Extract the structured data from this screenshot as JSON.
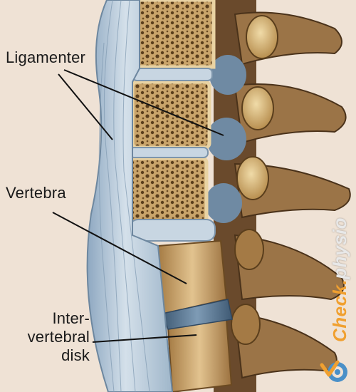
{
  "labels": {
    "ligamenter": "Ligamenter",
    "vertebra": "Vertebra",
    "disk_line1": "Inter-",
    "disk_line2": "vertebral",
    "disk_line3": "disk"
  },
  "brand": {
    "part1": "Check.",
    "part2": "physio"
  },
  "colors": {
    "background": "#efe2d5",
    "ligament": "#a9bfd3",
    "bone": "#c9a46a",
    "disk": "#5e7c97",
    "brand_orange": "#f0a030",
    "brand_blue": "#4a90c8"
  }
}
